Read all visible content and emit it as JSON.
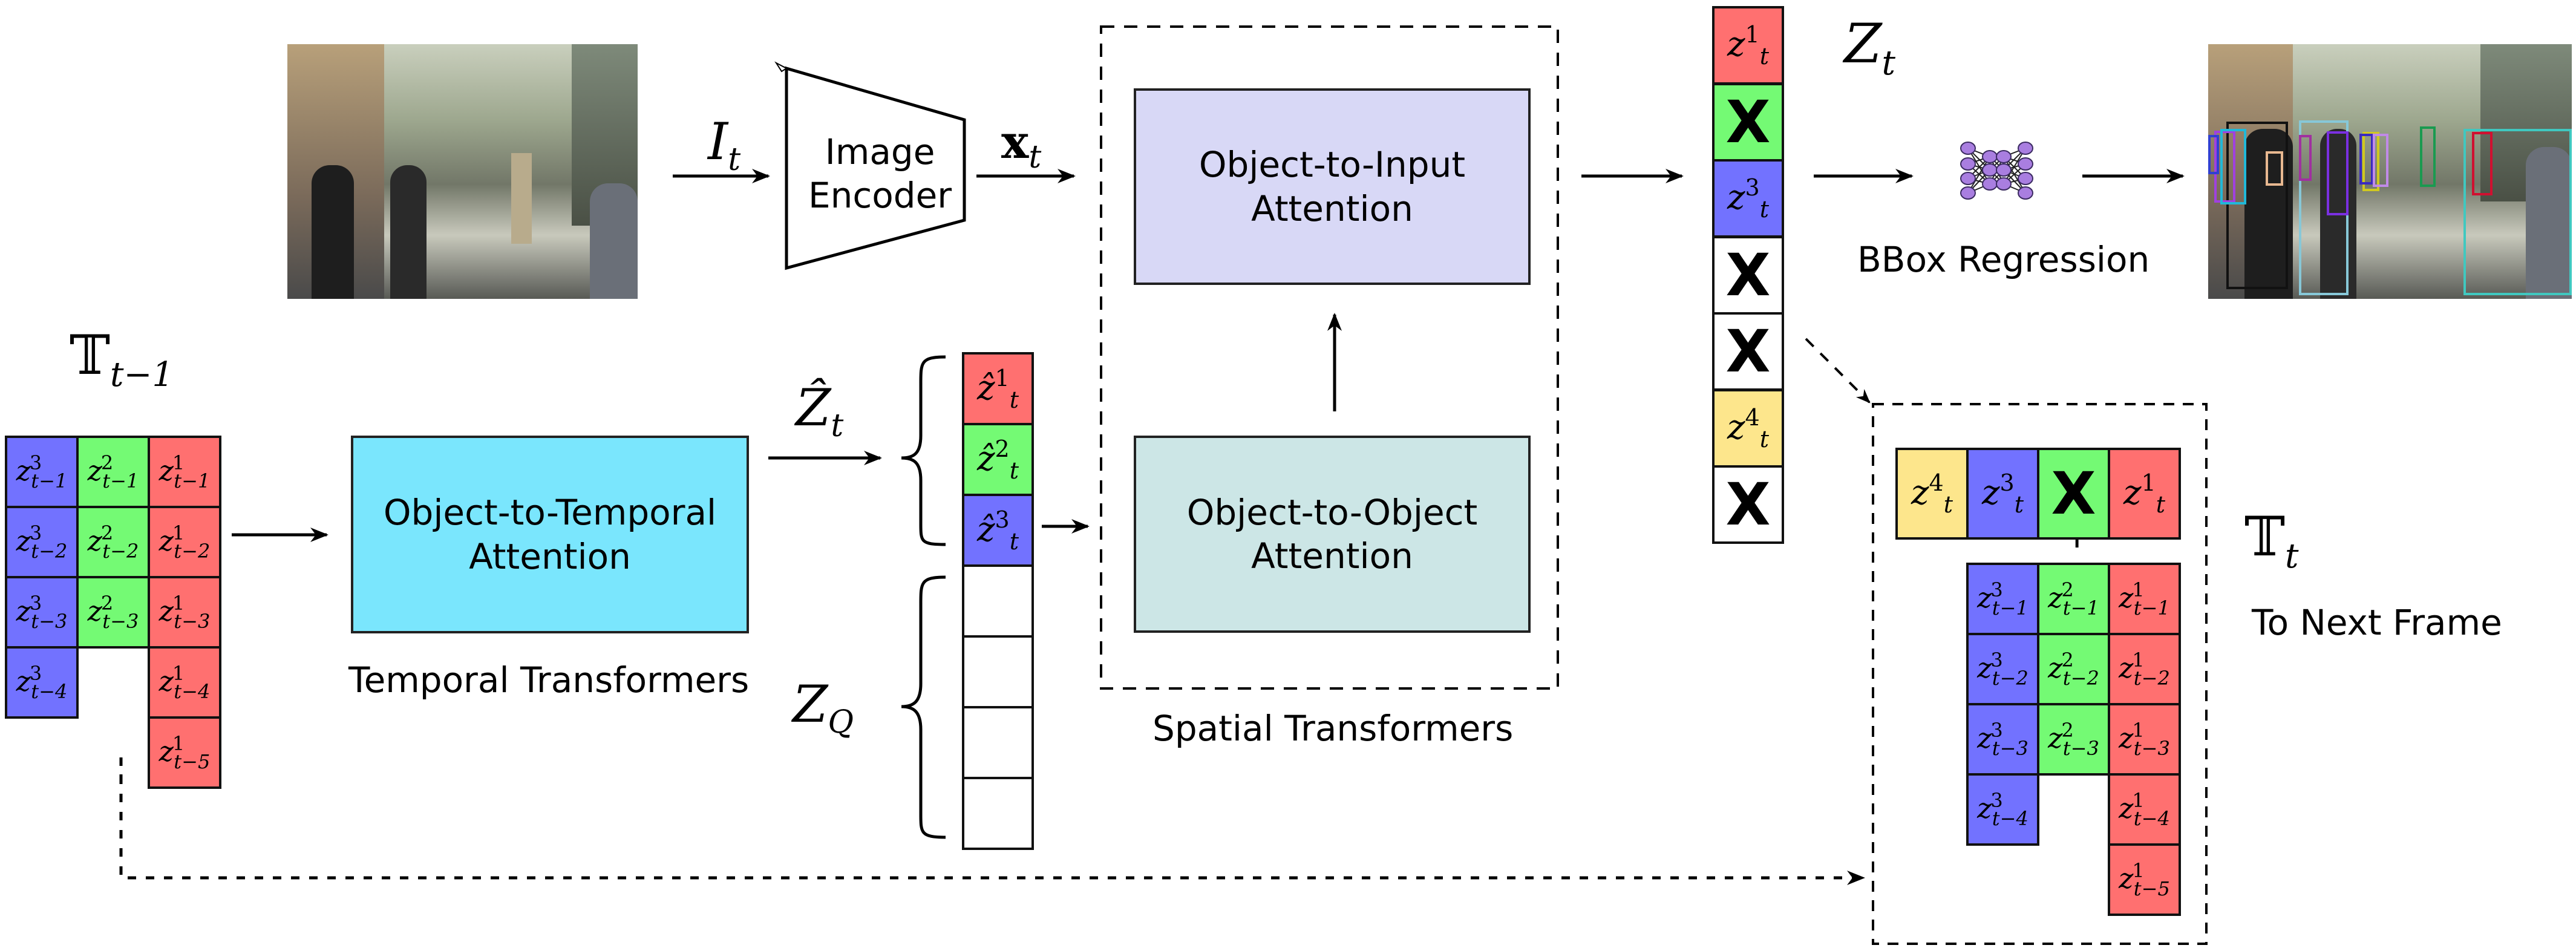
{
  "colors": {
    "red": "#ff7070",
    "green": "#74fa74",
    "blue": "#7272ff",
    "yellow": "#fde68c",
    "white": "#ffffff",
    "temporal_box": "#7ae6fd",
    "object_to_input_box": "#d8d8f6",
    "object_to_object_box": "#cce6e6",
    "network_node": "#a97ee0"
  },
  "input_frame": {
    "label": "I_t",
    "symbol": "I",
    "sub": "t"
  },
  "image_encoder": {
    "line1": "Image",
    "line2": "Encoder"
  },
  "features": {
    "symbol": "x",
    "sub": "t"
  },
  "spatial_transformers": {
    "title": "Spatial Transformers",
    "object_to_input": {
      "line1": "Object-to-Input",
      "line2": "Attention"
    },
    "object_to_object": {
      "line1": "Object-to-Object",
      "line2": "Attention"
    }
  },
  "temporal_transformers": {
    "title": "Temporal Transformers",
    "object_to_temporal": {
      "line1": "Object-to-Temporal",
      "line2": "Attention"
    }
  },
  "previous_tracks": {
    "symbol": "𝕋",
    "sub": "t−1",
    "columns": [
      {
        "color": "blue",
        "cells": [
          {
            "sup": "3",
            "sub": "t−1"
          },
          {
            "sup": "3",
            "sub": "t−2"
          },
          {
            "sup": "3",
            "sub": "t−3"
          },
          {
            "sup": "3",
            "sub": "t−4"
          }
        ]
      },
      {
        "color": "green",
        "cells": [
          {
            "sup": "2",
            "sub": "t−1"
          },
          {
            "sup": "2",
            "sub": "t−2"
          },
          {
            "sup": "2",
            "sub": "t−3"
          }
        ]
      },
      {
        "color": "red",
        "cells": [
          {
            "sup": "1",
            "sub": "t−1"
          },
          {
            "sup": "1",
            "sub": "t−2"
          },
          {
            "sup": "1",
            "sub": "t−3"
          },
          {
            "sup": "1",
            "sub": "t−4"
          },
          {
            "sup": "1",
            "sub": "t−5"
          }
        ]
      }
    ]
  },
  "predicted_queries": {
    "symbol": "Ẑ",
    "sub": "t",
    "cells": [
      {
        "color": "red",
        "text": "ẑ",
        "sup": "1",
        "sub": "t"
      },
      {
        "color": "green",
        "text": "ẑ",
        "sup": "2",
        "sub": "t"
      },
      {
        "color": "blue",
        "text": "ẑ",
        "sup": "3",
        "sub": "t"
      }
    ]
  },
  "new_queries": {
    "symbol": "Z",
    "sub": "Q",
    "empty_cells": 4
  },
  "outputs": {
    "symbol": "Z",
    "sub": "t",
    "cells": [
      {
        "color": "red",
        "type": "z",
        "sup": "1",
        "sub": "t"
      },
      {
        "color": "green",
        "type": "x",
        "text": "X"
      },
      {
        "color": "blue",
        "type": "z",
        "sup": "3",
        "sub": "t"
      },
      {
        "color": "white",
        "type": "x",
        "text": "X"
      },
      {
        "color": "white",
        "type": "x",
        "text": "X"
      },
      {
        "color": "yellow",
        "type": "z",
        "sup": "4",
        "sub": "t"
      },
      {
        "color": "white",
        "type": "x",
        "text": "X"
      }
    ]
  },
  "bbox_regression": {
    "label": "BBox Regression"
  },
  "current_tracks": {
    "symbol": "𝕋",
    "sub": "t",
    "caption": "To Next Frame",
    "plus": "+",
    "new_row": [
      {
        "color": "yellow",
        "type": "z",
        "sup": "4",
        "sub": "t"
      },
      {
        "color": "blue",
        "type": "z",
        "sup": "3",
        "sub": "t"
      },
      {
        "color": "green",
        "type": "x",
        "text": "X"
      },
      {
        "color": "red",
        "type": "z",
        "sup": "1",
        "sub": "t"
      }
    ]
  },
  "tracking_boxes": [
    {
      "color": "#111111"
    },
    {
      "color": "#87c8d8"
    },
    {
      "color": "#a040e0"
    },
    {
      "color": "#20b8d8"
    },
    {
      "color": "#7a30e0"
    },
    {
      "color": "#d0c820"
    },
    {
      "color": "#3a2ac0"
    },
    {
      "color": "#c08ae8"
    },
    {
      "color": "#1a9a50"
    },
    {
      "color": "#d01030"
    },
    {
      "color": "#40c8c0"
    },
    {
      "color": "#e8b890"
    },
    {
      "color": "#a030a0"
    },
    {
      "color": "#3040d0"
    }
  ]
}
